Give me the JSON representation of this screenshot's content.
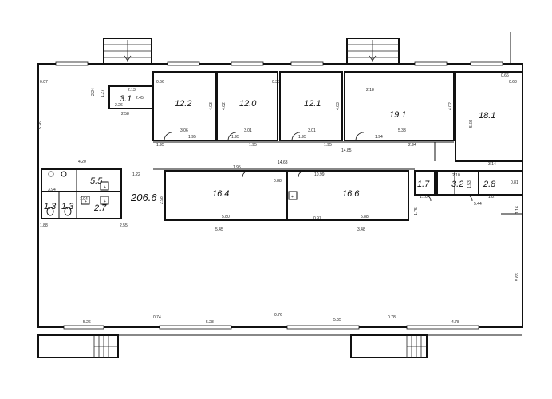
{
  "rooms": [
    {
      "id": "r1",
      "area": "3.1"
    },
    {
      "id": "r2",
      "area": "12.2"
    },
    {
      "id": "r3",
      "area": "12.0"
    },
    {
      "id": "r4",
      "area": "12.1"
    },
    {
      "id": "r5",
      "area": "19.1"
    },
    {
      "id": "r6",
      "area": "18.1"
    },
    {
      "id": "r7",
      "area": "5.5"
    },
    {
      "id": "r8",
      "area": "206.6"
    },
    {
      "id": "r9",
      "area": "1.3"
    },
    {
      "id": "r10",
      "area": "1.3"
    },
    {
      "id": "r11",
      "area": "2.7"
    },
    {
      "id": "r12",
      "area": "16.4"
    },
    {
      "id": "r13",
      "area": "16.6"
    },
    {
      "id": "r14",
      "area": "1.7"
    },
    {
      "id": "r15",
      "area": "3.2"
    },
    {
      "id": "r16",
      "area": "2.8"
    }
  ],
  "dimensions": {
    "d_0_07": "0.07",
    "d_5_26": "5.26",
    "d_4_20": "4.20",
    "d_2_24": "2.24",
    "d_1_27": "1.27",
    "d_2_13": "2.13",
    "d_2_45": "2.45",
    "d_2_26": "2.26",
    "d_2_58": "2.58",
    "d_0_66a": "0.66",
    "d_4_03a": "4.03",
    "d_3_06": "3.06",
    "d_1_95a": "1.95",
    "d_1_95b": "1.95",
    "d_1_95c": "1.95",
    "d_4_02": "4.02",
    "d_3_01a": "3.01",
    "d_1_95d": "1.95",
    "d_1_95e": "1.95",
    "d_0_35": "0.35",
    "d_4_03b": "4.03",
    "d_3_01b": "3.01",
    "d_1_95f": "1.95",
    "d_2_18": "2.18",
    "d_5_33": "5.33",
    "d_1_94": "1.94",
    "d_2_94": "2.94",
    "d_14_85": "14.85",
    "d_4_02b": "4.02",
    "d_5_66": "5.66",
    "d_0_66b": "0.66",
    "d_0_68": "0.68",
    "d_3_14": "3.14",
    "d_1_22": "1.22",
    "d_1_95g": "1.95",
    "d_14_63": "14.63",
    "d_0_88": "0.88",
    "d_10_99": "10.99",
    "d_3_94": "3.94",
    "d_1_94b": "1.94",
    "d_2_98": "2.98",
    "d_5_80": "5.80",
    "d_5_88": "5.88",
    "d_5_45": "5.45",
    "d_3_48": "3.48",
    "d_0_97": "0.97",
    "d_2_10": "2.10",
    "d_1_53": "1.53",
    "d_1_10": "1.10",
    "d_1_87": "1.87",
    "d_0_81": "0.81",
    "d_5_44": "5.44",
    "d_1_16": "1.16",
    "d_1_75": "1.75",
    "d_5_66b": "5.66",
    "d_5_26b": "5.26",
    "d_5_28": "5.28",
    "d_5_35": "5.35",
    "d_4_78": "4.78",
    "d_0_74": "0.74",
    "d_0_76": "0.76",
    "d_0_78": "0.78",
    "d_1_88": "1.88",
    "d_2_55": "2.55"
  }
}
